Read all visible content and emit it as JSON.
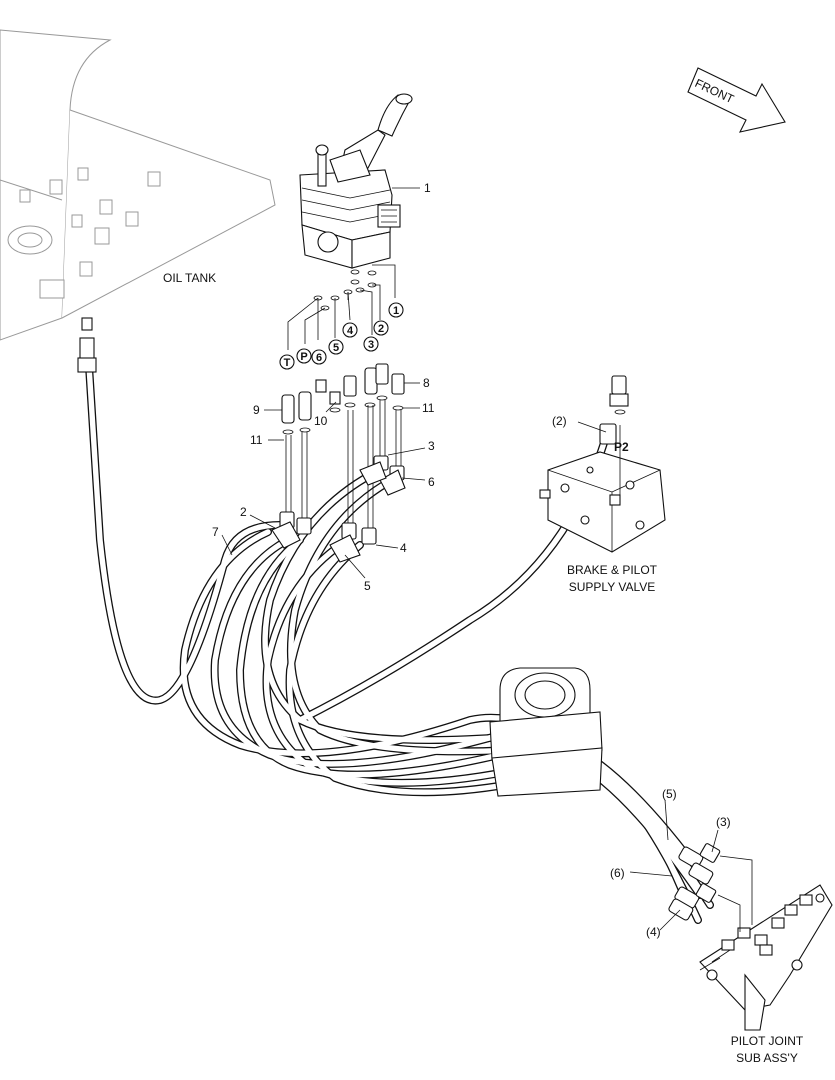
{
  "labels": {
    "front": "FRONT",
    "oil_tank": "OIL TANK",
    "brake_valve_line1": "BRAKE & PILOT",
    "brake_valve_line2": "SUPPLY VALVE",
    "pilot_joint_line1": "PILOT JOINT",
    "pilot_joint_line2": "SUB ASS'Y",
    "p2": "P2"
  },
  "ports": {
    "p1": "1",
    "p2": "2",
    "p3": "3",
    "p4": "4",
    "p5": "5",
    "p6": "6",
    "p": "P",
    "t": "T"
  },
  "callouts": {
    "c1": "1",
    "c2": "2",
    "c3": "3",
    "c4": "4",
    "c5": "5",
    "c6": "6",
    "c7": "7",
    "c8": "8",
    "c9": "9",
    "c10": "10",
    "c11a": "11",
    "c11b": "11",
    "pc2": "(2)",
    "pc3": "(3)",
    "pc4": "(4)",
    "pc5": "(5)",
    "pc6": "(6)"
  }
}
